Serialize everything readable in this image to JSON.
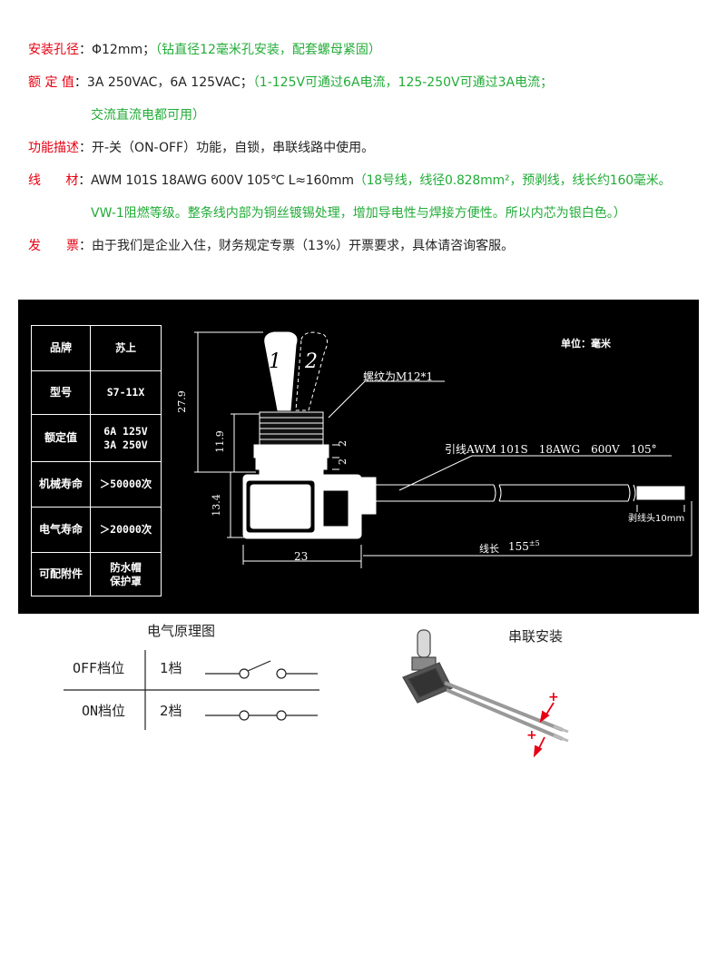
{
  "specs": {
    "install": {
      "label": "安装孔径",
      "text": "：Φ12mm；",
      "note": "（钻直径12毫米孔安装，配套螺母紧固）"
    },
    "rating": {
      "label": "额 定 值",
      "text": "：3A 250VAC，6A 125VAC；",
      "note": "（1-125V可通过6A电流，125-250V可通过3A电流；",
      "note2": "交流直流电都可用）"
    },
    "function": {
      "label": "功能描述",
      "text": "：开-关（ON-OFF）功能，自锁，串联线路中使用。"
    },
    "wire": {
      "label": "线　　材",
      "text": "：AWM 101S 18AWG 600V 105℃ L≈160mm",
      "note": "（18号线，线径0.828mm²，预剥线，线长约160毫米。",
      "note2": "VW-1阻燃等级。整条线内部为铜丝镀锡处理，增加导电性与焊接方便性。所以内芯为银白色。）"
    },
    "invoice": {
      "label": "发　　票",
      "text": "：由于我们是企业入住，财务规定专票（13%）开票要求，具体请咨询客服。"
    }
  },
  "table": [
    {
      "key": "品牌",
      "value": "苏上"
    },
    {
      "key": "型号",
      "value": "S7-11X"
    },
    {
      "key": "额定值",
      "value": "6A 125V",
      "value2": "3A 250V"
    },
    {
      "key": "机械寿命",
      "value": "＞50000次"
    },
    {
      "key": "电气寿命",
      "value": "＞20000次"
    },
    {
      "key": "可配附件",
      "value": "防水帽",
      "value2": "保护罩"
    }
  ],
  "drawing": {
    "unit": "单位：毫米",
    "thread": "螺纹为M12*1",
    "lead": "引线AWM 101S　18AWG　600V　105°",
    "strip": "剥线头10mm",
    "length_label": "线长",
    "length_value": "155",
    "length_tol": "±5",
    "lever_1": "1",
    "lever_2": "2",
    "dims": {
      "h_total": "27.9",
      "h_thread": "11.9",
      "nut1": "2",
      "nut2": "2",
      "h_body": "13.4",
      "w_body": "23"
    }
  },
  "schematic": {
    "title": "电气原理图",
    "rows": [
      {
        "pos": "OFF档位",
        "gear": "1档"
      },
      {
        "pos": "ON档位",
        "gear": "2档"
      }
    ]
  },
  "series": {
    "title": "串联安装",
    "plus1": "+",
    "plus2": "+"
  },
  "colors": {
    "label": "#e60012",
    "note": "#22ac38",
    "panel": "#000000"
  }
}
